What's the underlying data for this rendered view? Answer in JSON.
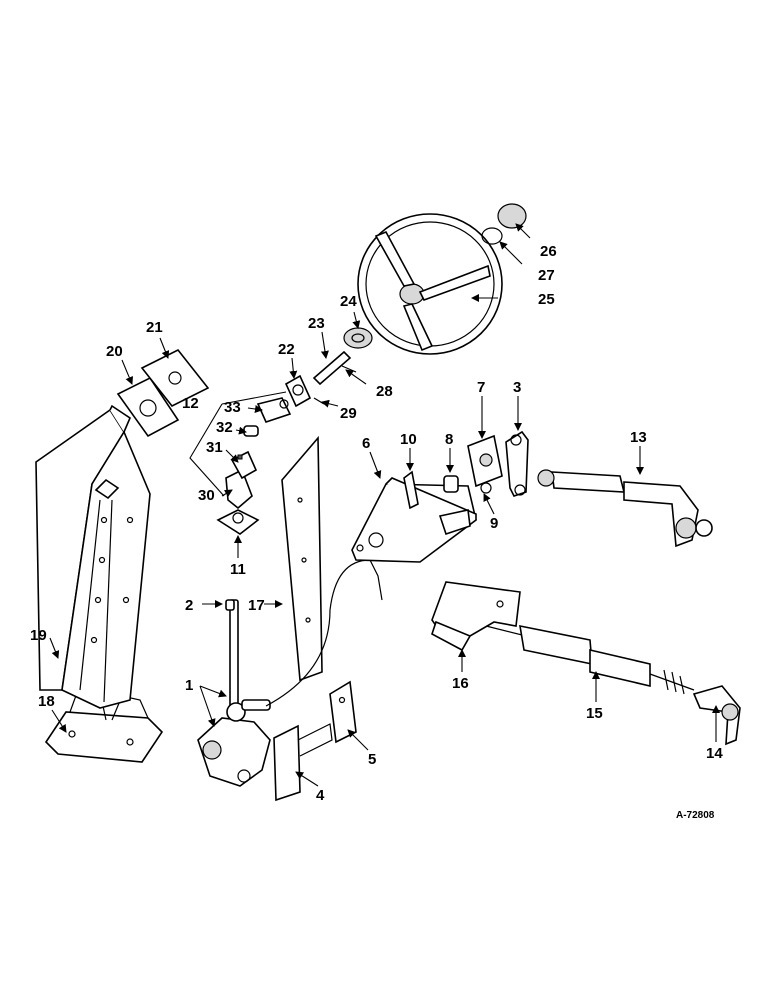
{
  "diagram": {
    "drawing_code": "A-72808",
    "callouts": [
      "1",
      "2",
      "3",
      "4",
      "5",
      "6",
      "7",
      "8",
      "9",
      "10",
      "11",
      "12",
      "13",
      "14",
      "15",
      "16",
      "17",
      "18",
      "19",
      "20",
      "21",
      "22",
      "23",
      "24",
      "25",
      "26",
      "27",
      "28",
      "29",
      "30",
      "31",
      "32",
      "33"
    ]
  }
}
